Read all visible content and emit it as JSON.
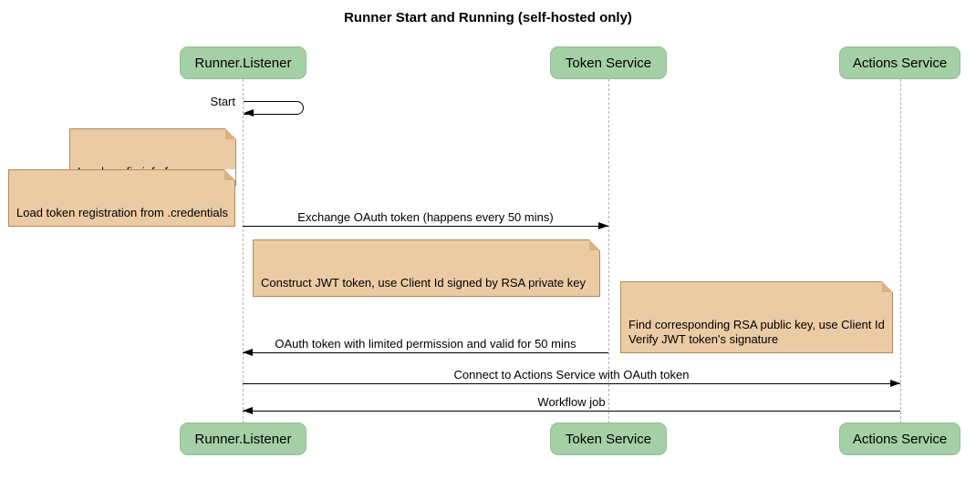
{
  "title": "Runner Start and Running (self-hosted only)",
  "participants": [
    {
      "label": "Runner.Listener"
    },
    {
      "label": "Token Service"
    },
    {
      "label": "Actions Service"
    }
  ],
  "self_message": {
    "label": "Start",
    "on": "Runner.Listener"
  },
  "notes": [
    {
      "text": "Load config info from .runner",
      "position": "left of Runner.Listener"
    },
    {
      "text": "Load token registration from .credentials",
      "position": "left of Runner.Listener"
    },
    {
      "text": "Construct JWT token, use Client Id signed by RSA private key",
      "position": "over Runner.Listener and Token Service"
    },
    {
      "text": "Find corresponding RSA public key, use Client Id\nVerify JWT token's signature",
      "position": "left of Actions Service"
    }
  ],
  "messages": [
    {
      "label": "Exchange OAuth token (happens every 50 mins)",
      "from": "Runner.Listener",
      "to": "Token Service"
    },
    {
      "label": "OAuth token with limited permission and valid for 50 mins",
      "from": "Token Service",
      "to": "Runner.Listener"
    },
    {
      "label": "Connect to Actions Service with OAuth token",
      "from": "Runner.Listener",
      "to": "Actions Service"
    },
    {
      "label": "Workflow job",
      "from": "Actions Service",
      "to": "Runner.Listener"
    }
  ],
  "colors": {
    "participant_fill": "#a5cfa5",
    "participant_border": "#95bd95",
    "note_fill": "#ebcba4",
    "note_border": "#b08a5e",
    "note_fold": "#d9b183",
    "lifeline": "#b3b3b3",
    "arrow": "#000000",
    "background": "#ffffff"
  }
}
